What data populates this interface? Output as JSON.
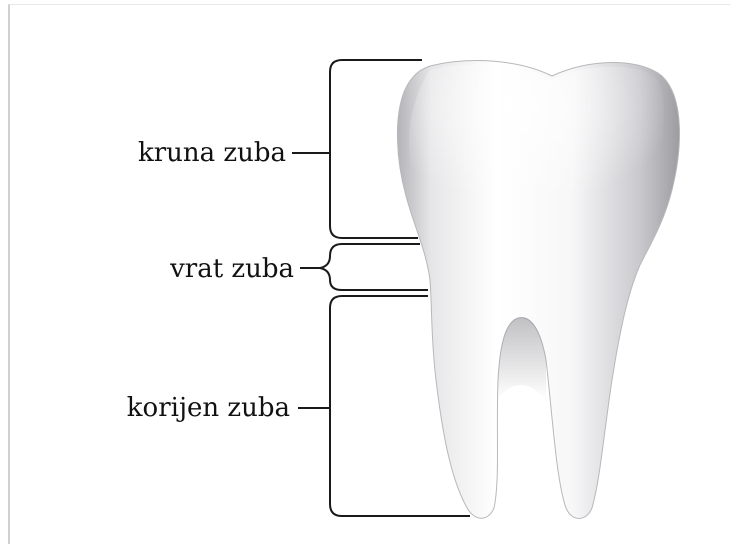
{
  "labels": {
    "crown": "kruna zuba",
    "neck": "vrat zuba",
    "root": "korijen zuba"
  },
  "colors": {
    "line": "#1a1a1a",
    "tooth_light": "#ffffff",
    "tooth_shadow": "#a9a9ad",
    "text": "#111111"
  }
}
